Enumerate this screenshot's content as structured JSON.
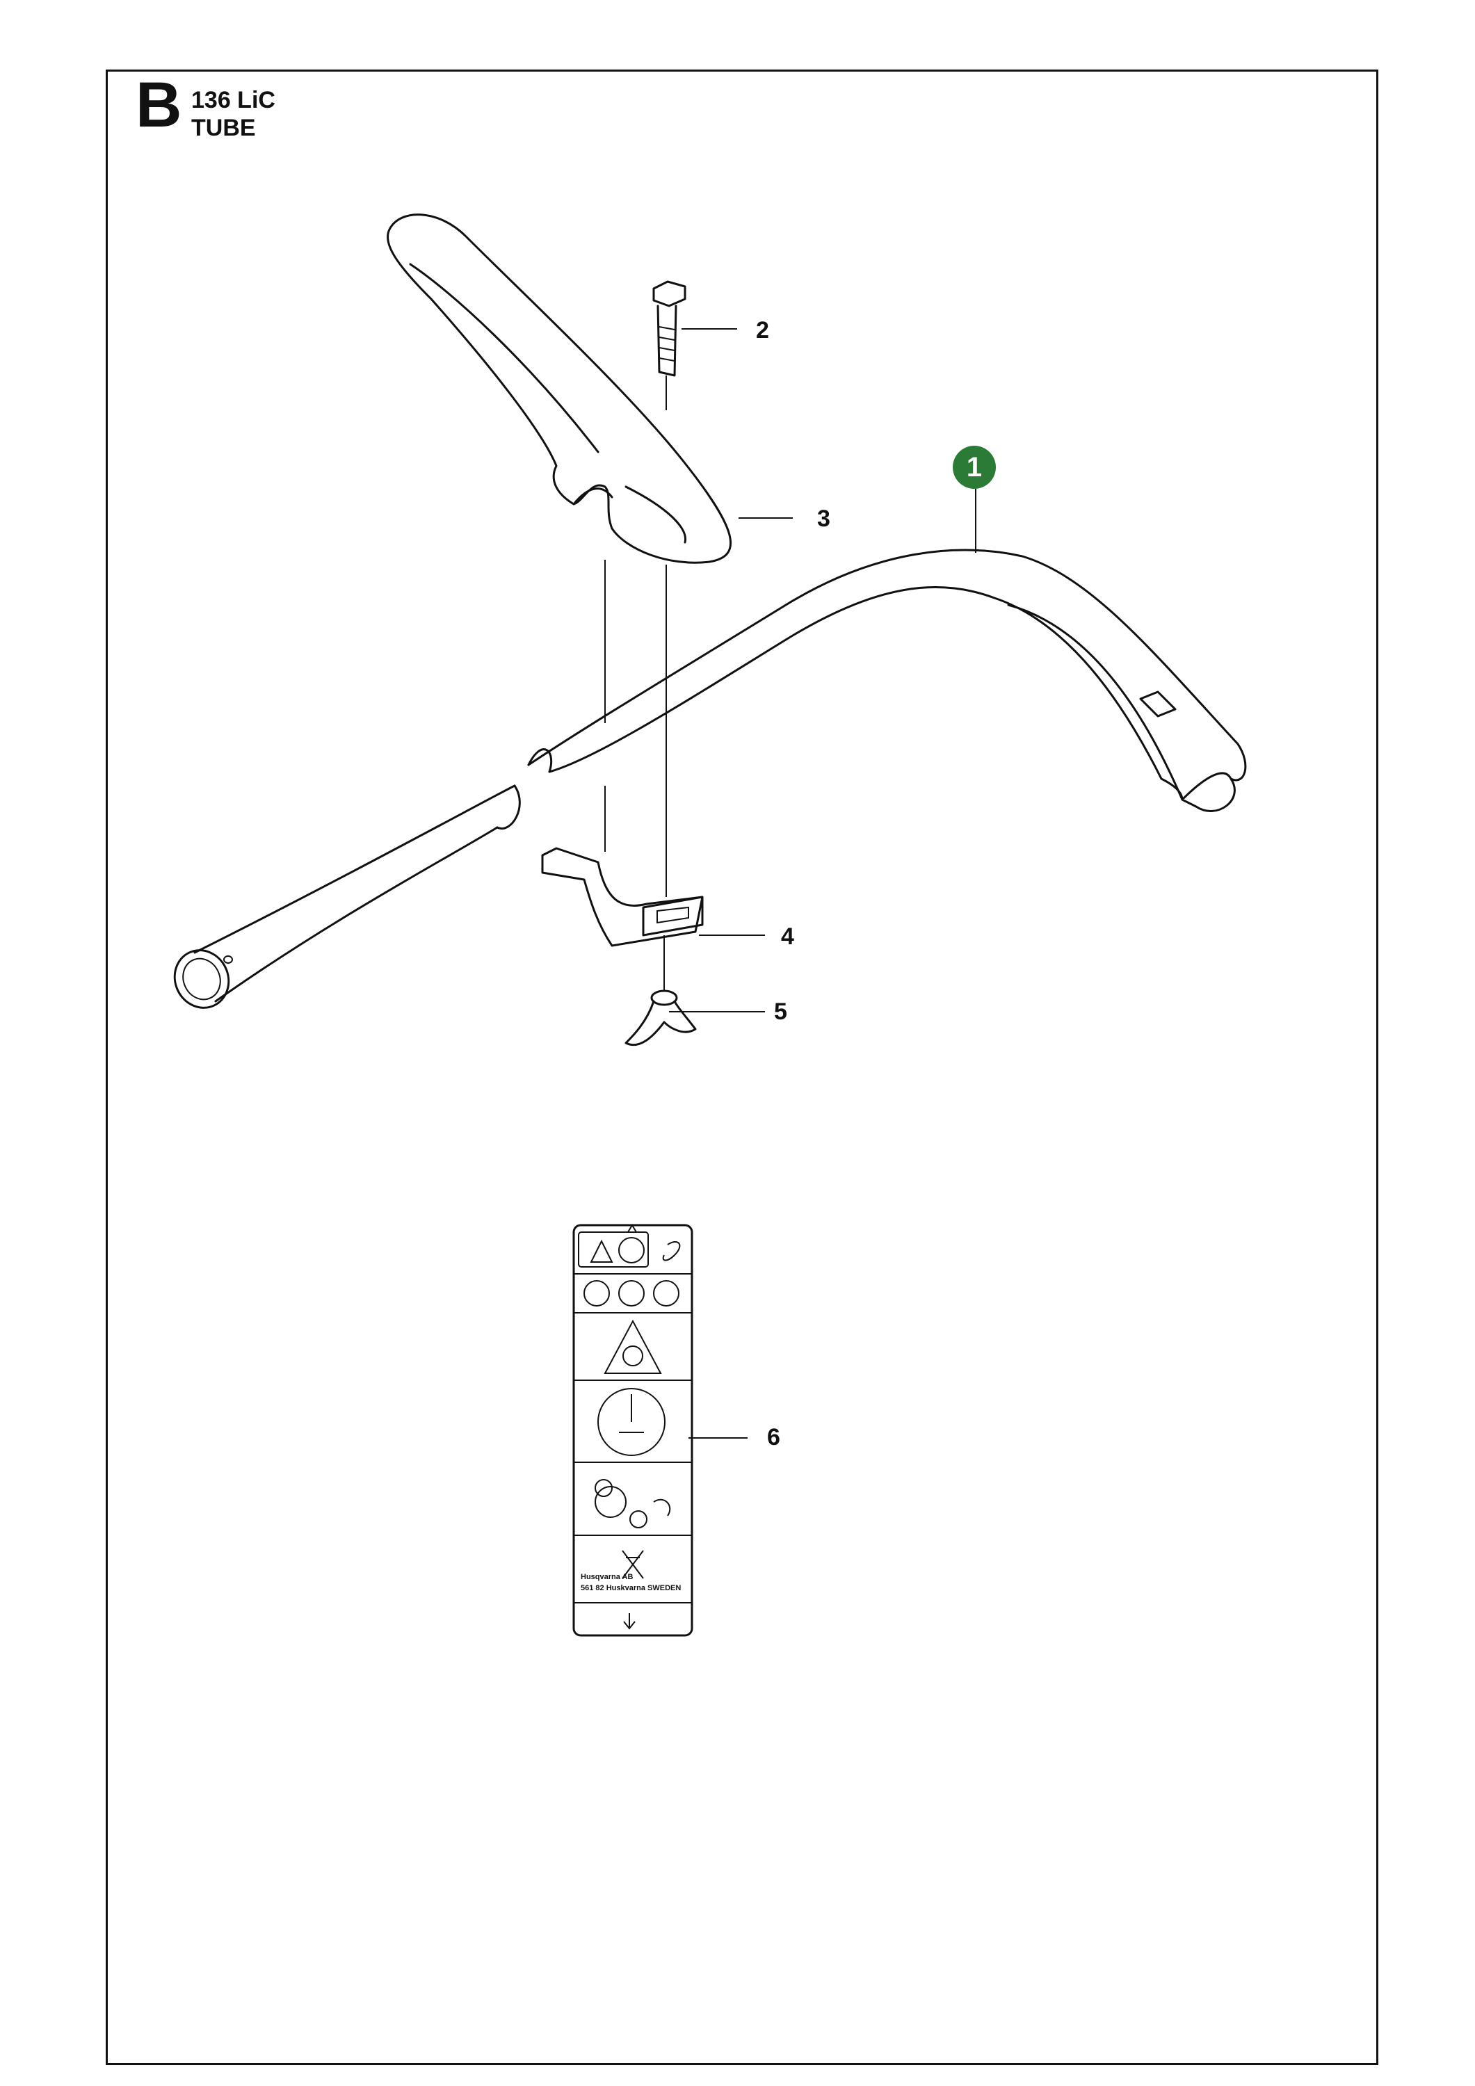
{
  "header": {
    "section_letter": "B",
    "model": "136 LiC",
    "assembly": "TUBE"
  },
  "callouts": {
    "badge_1": "1",
    "part_2": "2",
    "part_3": "3",
    "part_4": "4",
    "part_5": "5",
    "part_6": "6"
  },
  "decal": {
    "maker_line_1": "Husqvarna AB",
    "maker_line_2": "561 82 Huskvarna SWEDEN"
  },
  "colors": {
    "badge": "#2b7a36",
    "line": "#111111"
  }
}
